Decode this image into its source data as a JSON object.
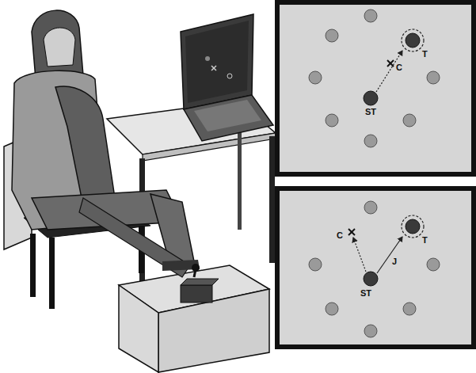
{
  "diagram": {
    "labels": [
      "T",
      "C",
      "ST",
      "C",
      "T",
      "J",
      "ST"
    ]
  }
}
